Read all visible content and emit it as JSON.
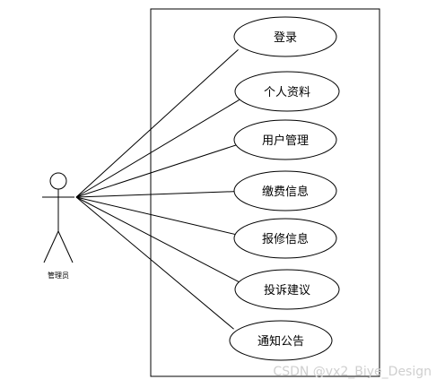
{
  "actor": {
    "label": "管理员"
  },
  "use_cases": [
    {
      "id": "login",
      "label": "登录"
    },
    {
      "id": "profile",
      "label": "个人资料"
    },
    {
      "id": "user-management",
      "label": "用户管理"
    },
    {
      "id": "payment-info",
      "label": "缴费信息"
    },
    {
      "id": "repair-info",
      "label": "报修信息"
    },
    {
      "id": "complaint-suggestion",
      "label": "投诉建议"
    },
    {
      "id": "announcement",
      "label": "通知公告"
    }
  ],
  "watermark": "CSDN @vx2_Biye_Design",
  "colors": {
    "line": "#000000",
    "background": "#ffffff",
    "watermark": "#cfcfcf"
  }
}
